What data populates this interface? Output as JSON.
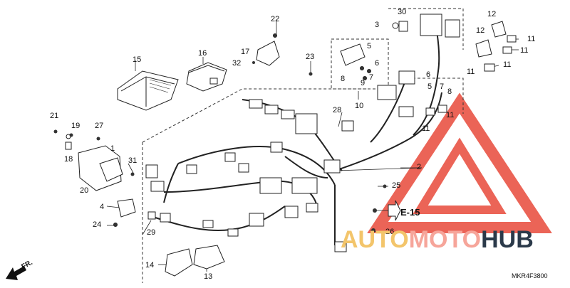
{
  "callouts": [
    "1",
    "2",
    "3",
    "4",
    "5",
    "6",
    "7",
    "8",
    "9",
    "10",
    "11",
    "12",
    "13",
    "14",
    "15",
    "16",
    "17",
    "18",
    "19",
    "20",
    "21",
    "22",
    "23",
    "24",
    "25",
    "26",
    "27",
    "28",
    "29",
    "30",
    "31",
    "32"
  ],
  "reference": "E-15",
  "direction_label": "FR.",
  "diagram_code": "MKR4F3800",
  "watermark": {
    "part1": "AUTO",
    "part2": "MOTO",
    "part3": "HUB"
  },
  "colors": {
    "line": "#222222",
    "watermark_red": "#e84a3a",
    "watermark_yellow": "#f3c56b",
    "watermark_dark": "#2b3a4a"
  }
}
